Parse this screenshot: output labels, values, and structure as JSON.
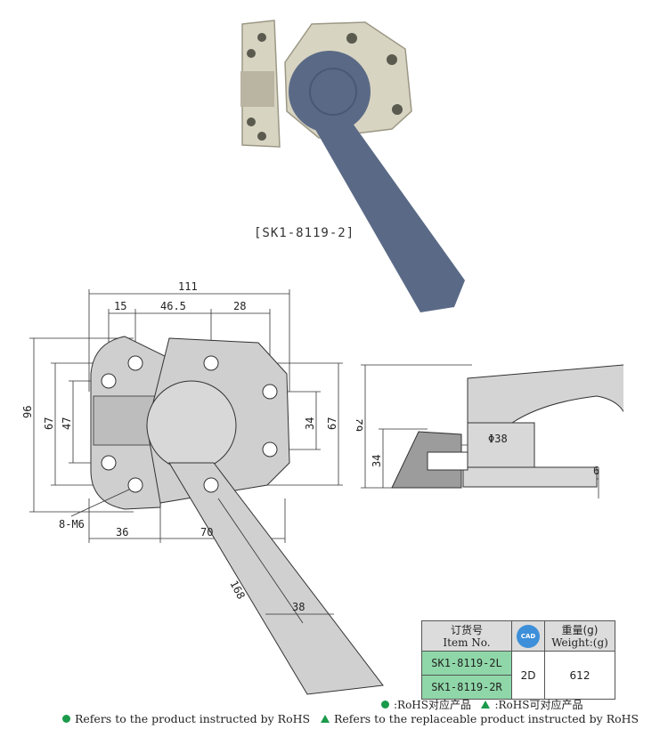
{
  "product": {
    "model_label": "[SK1-8119-2]"
  },
  "drawing": {
    "dims": {
      "overall_width": "111",
      "hole_offset": "15",
      "hole_spacing_x": "46.5",
      "body_offset": "28",
      "height_overall": "96",
      "left_spacing_outer": "67",
      "left_spacing_inner": "47",
      "right_spacing_inner": "34",
      "right_spacing_outer": "67",
      "screw": "8-M6",
      "bottom_left": "36",
      "bottom_center": "70",
      "handle_length": "168",
      "handle_width": "38"
    },
    "side_dims": {
      "height_total": "62",
      "height_base": "34",
      "diameter": "Φ38",
      "thickness": "6"
    }
  },
  "table": {
    "header_item_cn": "订货号",
    "header_item_en": "Item No.",
    "header_cad": "CAD",
    "header_weight_cn": "重量(g)",
    "header_weight_en": "Weight:(g)",
    "rows": [
      {
        "item_no": "SK1-8119-2L"
      },
      {
        "item_no": "SK1-8119-2R"
      }
    ],
    "cad_value": "2D",
    "weight_value": "612"
  },
  "notes": {
    "rohs_cn": ":RoHS对应产品",
    "replace_cn": ":RoHS可对应产品",
    "rohs_en": "Refers to the product instructed by RoHS",
    "replace_en": "Refers to the replaceable product instructed by RoHS"
  },
  "colors": {
    "handle": "#5a6a86",
    "metal": "#cfcbb8",
    "drawing_fill": "#cfcfcf",
    "rohs_green": "#1a9a4a",
    "item_bg": "#8fd7a8"
  }
}
